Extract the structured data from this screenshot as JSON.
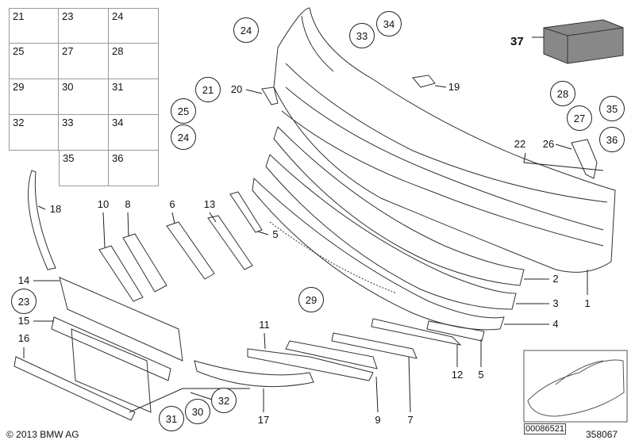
{
  "grid_parts": [
    "21",
    "23",
    "24",
    "25",
    "27",
    "28",
    "29",
    "30",
    "31",
    "32",
    "33",
    "34",
    "35",
    "36"
  ],
  "labels": {
    "l20": "20",
    "l19": "19",
    "l22": "22",
    "l26": "26",
    "l18": "18",
    "l10": "10",
    "l8": "8",
    "l6": "6",
    "l13": "13",
    "l5a": "5",
    "l14": "14",
    "l15": "15",
    "l16": "16",
    "l11": "11",
    "l2": "2",
    "l3": "3",
    "l1": "1",
    "l4": "4",
    "l12": "12",
    "l5b": "5",
    "l9": "9",
    "l7": "7",
    "l17": "17"
  },
  "circled": {
    "c24a": "24",
    "c33": "33",
    "c34": "34",
    "c21": "21",
    "c25": "25",
    "c24b": "24",
    "c28": "28",
    "c27": "27",
    "c35": "35",
    "c36": "36",
    "c23": "23",
    "c29": "29",
    "c32": "32",
    "c30": "30",
    "c31": "31"
  },
  "kit_label": "37",
  "copyright": "© 2013 BMW AG",
  "vehicle_ref": "00086521",
  "diagram_number": "358067"
}
